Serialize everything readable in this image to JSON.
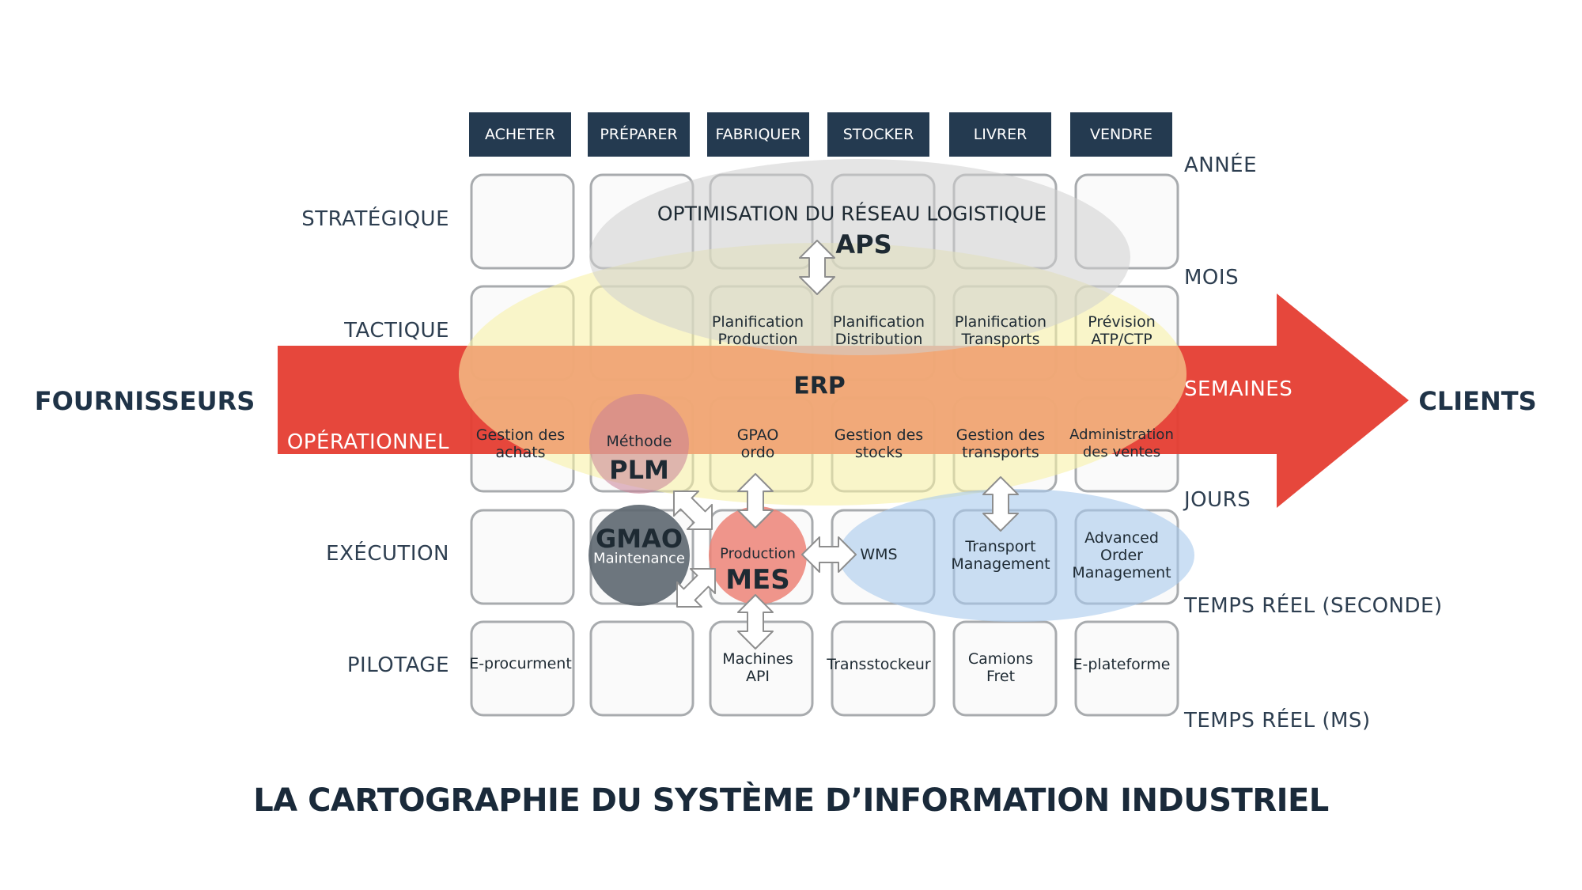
{
  "columns": [
    "ACHETER",
    "PRÉPARER",
    "FABRIQUER",
    "STOCKER",
    "LIVRER",
    "VENDRE"
  ],
  "rows": [
    "STRATÉGIQUE",
    "TACTIQUE",
    "OPÉRATIONNEL",
    "EXÉCUTION",
    "PILOTAGE"
  ],
  "timescales": [
    "ANNÉE",
    "MOIS",
    "SEMAINES",
    "JOURS",
    "TEMPS RÉEL (SECONDE)",
    "TEMPS RÉEL (MS)"
  ],
  "left_label": "FOURNISSEURS",
  "right_label": "CLIENTS",
  "aps": {
    "caption": "OPTIMISATION DU RÉSEAU LOGISTIQUE",
    "name": "APS"
  },
  "erp": {
    "name": "ERP"
  },
  "plm": {
    "caption": "Méthode",
    "name": "PLM"
  },
  "gmao": {
    "name": "GMAO",
    "caption": "Maintenance"
  },
  "mes": {
    "caption": "Production",
    "name": "MES"
  },
  "cells": {
    "tactique": [
      "Planification Production",
      "Planification Distribution",
      "Planification Transports",
      "Prévision ATP/CTP"
    ],
    "operationnel": [
      "Gestion des achats",
      "GPAO ordo",
      "Gestion des stocks",
      "Gestion des transports",
      "Administration des ventes"
    ],
    "execution": [
      "WMS",
      "Transport Management",
      "Advanced Order Management"
    ],
    "pilotage": [
      "E-procurment",
      "Machines API",
      "Transstockeur",
      "Camions Fret",
      "E-plateforme"
    ]
  },
  "footer_title": "LA CARTOGRAPHIE DU SYSTÈME D’INFORMATION INDUSTRIEL",
  "colors": {
    "header_bg": "#243a50",
    "arrow": "#e53d31",
    "aps_ellipse": "#d9d9d9",
    "erp_ellipse": "#f8f1a6",
    "plm_circle": "#d28fa0",
    "gmao_circle": "#6c757d",
    "mes_circle": "#ec8a80",
    "blue_ellipse": "#b8d4f0",
    "text_dark": "#2d3e50"
  }
}
